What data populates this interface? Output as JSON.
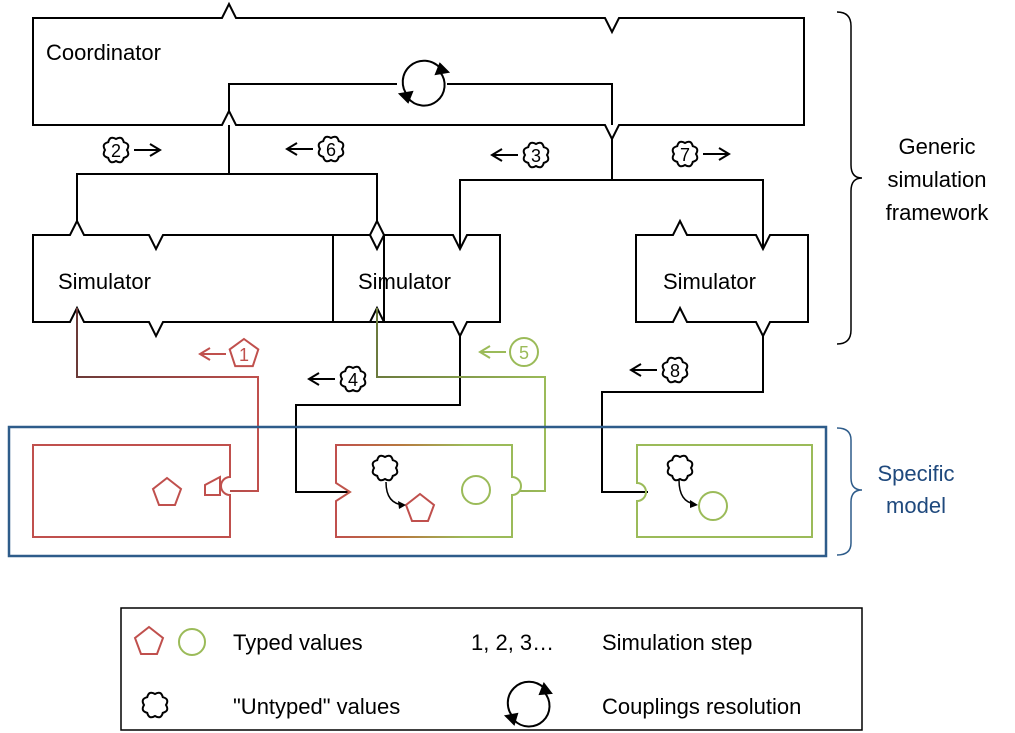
{
  "colors": {
    "black": "#000000",
    "typed_red": "#c0504d",
    "typed_green": "#9bbb59",
    "model_box_blue": "#2e5c8a",
    "specific_label_blue": "#1f497d"
  },
  "labels": {
    "coordinator": "Coordinator",
    "simulator_1": "Simulator",
    "simulator_2": "Simulator",
    "simulator_3": "Simulator",
    "generic_line1": "Generic",
    "generic_line2": "simulation",
    "generic_line3": "framework",
    "specific_line1": "Specific",
    "specific_line2": "model"
  },
  "steps": [
    {
      "number": "1",
      "shape": "pentagon",
      "color": "red",
      "direction": "left"
    },
    {
      "number": "2",
      "shape": "cloud",
      "color": "black",
      "direction": "right"
    },
    {
      "number": "3",
      "shape": "cloud",
      "color": "black",
      "direction": "left"
    },
    {
      "number": "4",
      "shape": "cloud",
      "color": "black",
      "direction": "left"
    },
    {
      "number": "5",
      "shape": "circle",
      "color": "green",
      "direction": "left"
    },
    {
      "number": "6",
      "shape": "cloud",
      "color": "black",
      "direction": "left"
    },
    {
      "number": "7",
      "shape": "cloud",
      "color": "black",
      "direction": "right"
    },
    {
      "number": "8",
      "shape": "cloud",
      "color": "black",
      "direction": "left"
    }
  ],
  "legend": {
    "typed_values": "Typed values",
    "simulation_step_numbers": "1, 2, 3…",
    "simulation_step": "Simulation step",
    "untyped_values": "\"Untyped\" values",
    "couplings_resolution": "Couplings resolution"
  },
  "icons": {
    "typed_red": "pentagon-icon",
    "typed_green": "circle-icon",
    "untyped": "cloud-icon",
    "couplings": "cycle-arrows-icon"
  }
}
